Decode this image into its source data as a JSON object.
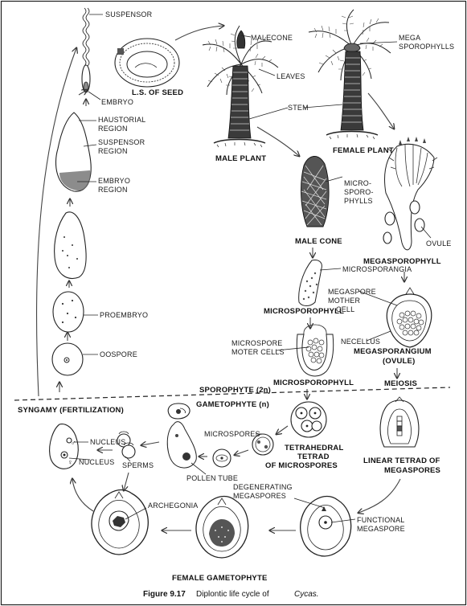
{
  "labels": {
    "suspensor": "SUSPENSOR",
    "ls_seed": "L.S. OF SEED",
    "embryo": "EMBRYO",
    "haustorial": "HAUSTORIAL",
    "region1": "REGION",
    "suspensor2": "SUSPENSOR",
    "region2": "REGION",
    "embryo2": "EMBRYO",
    "region3": "REGION",
    "proembryo": "PROEMBRYO",
    "oospore": "OOSPORE",
    "malecone_top": "MALECONE",
    "leaves": "LEAVES",
    "mega": "MEGA",
    "sporophylls": "SPOROPHYLLS",
    "stem": "STEM",
    "male_plant": "MALE PLANT",
    "female_plant": "FEMALE PLANT",
    "micro": "MICRO-",
    "sporo": "SPORO-",
    "phylls": "PHYLLS",
    "male_cone": "MALE CONE",
    "ovule": "OVULE",
    "megasporophyll": "MEGASPOROPHYLL",
    "microsporangia": "MICROSPORANGIA",
    "megaspore": "MEGASPORE",
    "mother": "MOTHER",
    "cell": "CELL",
    "microsporophyll1": "MICROSPOROPHYLL",
    "microspore": "MICROSPORE",
    "moter_cells": "MOTER CELLS",
    "necellus": "NECELLUS",
    "megasporangium": "MEGASPORANGIUM",
    "ovule_paren": "(OVULE)",
    "microsporophyll2": "MICROSPOROPHYLL",
    "meiosis": "MEIOSIS",
    "sporophyte": "SPOROPHYTE (2n)",
    "gametophyte": "GAMETOPHYTE (n)",
    "syngamy": "SYNGAMY (FERTILIZATION)",
    "nucleus1": "NUCLEUS",
    "nucleus2": "NUCLEUS",
    "sperms": "SPERMS",
    "microspores": "MICROSPORES",
    "pollen_tube": "POLLEN TUBE",
    "tetrahedral": "TETRAHEDRAL",
    "tetrad": "TETRAD",
    "of_microspores": "OF MICROSPORES",
    "linear_tetrad": "LINEAR TETRAD OF",
    "megaspores": "MEGASPORES",
    "archegonia": "ARCHEGONIA",
    "degenerating": "DEGENERATING",
    "megaspores2": "MEGASPORES",
    "functional": "FUNCTIONAL",
    "megaspore2": "MEGASPORE",
    "female_gametophyte": "FEMALE GAMETOPHYTE"
  },
  "symbols": {
    "male": "♂",
    "female": "♀"
  },
  "caption": {
    "figure": "Figure 9.17",
    "text": "Diplontic life cycle of",
    "species": "Cycas."
  }
}
